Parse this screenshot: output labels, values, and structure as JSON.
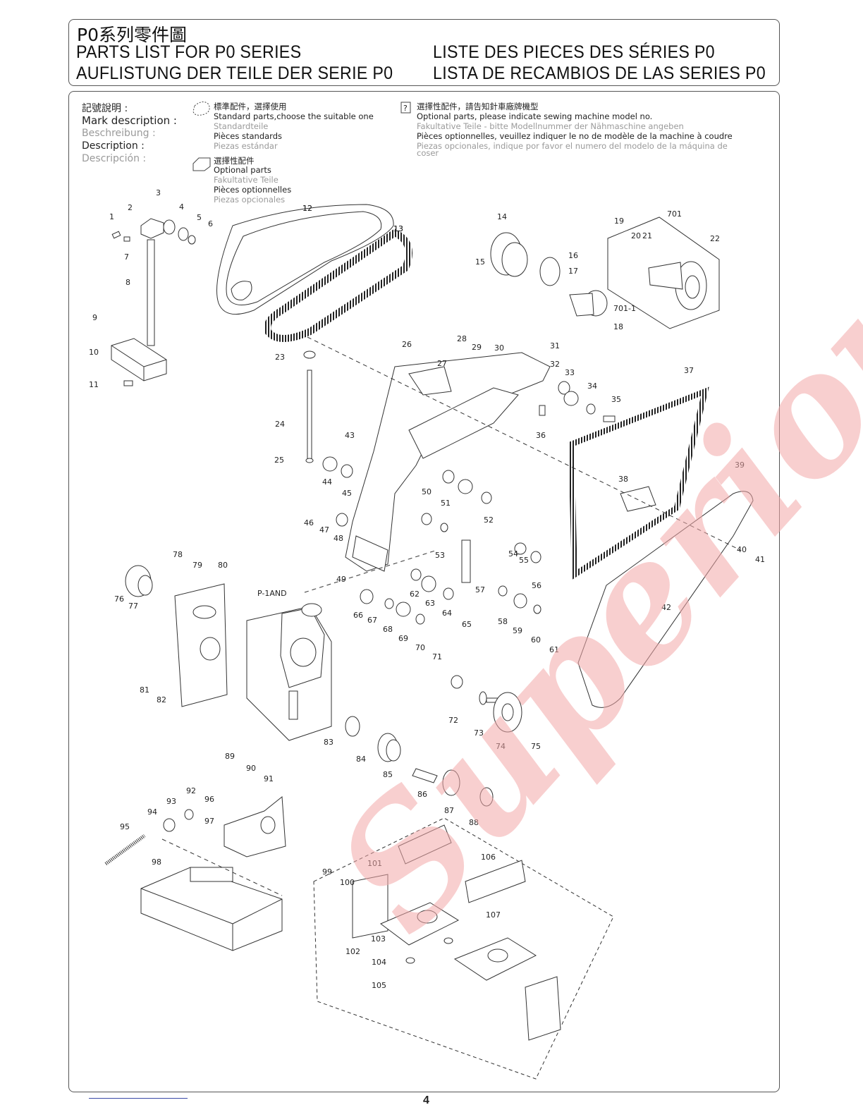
{
  "header": {
    "title_zh": "P0系列零件圖",
    "title_en": "PARTS LIST FOR P0 SERIES",
    "title_fr": "LISTE DES PIECES DES SÉRIES P0",
    "title_de": "AUFLISTUNG DER TEILE DER SERIE P0",
    "title_es": "LISTA DE RECAMBIOS DE LAS SERIES P0"
  },
  "mark_description": {
    "zh": "記號說明 :",
    "en": "Mark description :",
    "de": "Beschreibung :",
    "fr": "Description :",
    "es": "Descripción :"
  },
  "legend": {
    "standard": {
      "zh": "標準配件，選擇使用",
      "en": "Standard parts,choose the suitable one",
      "de": "Standardteile",
      "fr": "Pièces standards",
      "es": "Piezas estándar"
    },
    "optional": {
      "zh": "選擇性配件",
      "en": "Optional parts",
      "de": "Fakultative Teile",
      "fr": "Pièces optionnelles",
      "es": "Piezas opcionales"
    },
    "optional_model": {
      "symbol": "?",
      "zh": "選擇性配件，請告知針車廠牌機型",
      "en": "Optional parts, please indicate sewing machine model no.",
      "de": "Fakultative Teile - bitte Modellnummer der Nähmaschine angeben",
      "fr": "Pièces optionnelles, veuillez indiquer le no de modèle de la machine à coudre",
      "es_1": "Piezas opcionales, indique por favor el numero del modelo de la máquina de",
      "es_2": "coser"
    }
  },
  "watermark": "Superior",
  "page_number": "4",
  "parts": [
    "1",
    "2",
    "3",
    "4",
    "5",
    "6",
    "7",
    "8",
    "9",
    "10",
    "11",
    "12",
    "13",
    "14",
    "15",
    "16",
    "17",
    "18",
    "19",
    "20",
    "21",
    "22",
    "23",
    "24",
    "25",
    "26",
    "27",
    "28",
    "29",
    "30",
    "31",
    "32",
    "33",
    "34",
    "35",
    "36",
    "37",
    "38",
    "39",
    "40",
    "41",
    "42",
    "43",
    "44",
    "45",
    "46",
    "47",
    "48",
    "49",
    "50",
    "51",
    "52",
    "53",
    "54",
    "55",
    "56",
    "57",
    "58",
    "59",
    "60",
    "61",
    "62",
    "63",
    "64",
    "65",
    "66",
    "67",
    "68",
    "69",
    "70",
    "71",
    "72",
    "73",
    "74",
    "75",
    "76",
    "77",
    "78",
    "79",
    "80",
    "81",
    "82",
    "83",
    "84",
    "85",
    "86",
    "87",
    "88",
    "89",
    "90",
    "91",
    "92",
    "93",
    "94",
    "95",
    "96",
    "97",
    "98",
    "99",
    "100",
    "101",
    "102",
    "103",
    "104",
    "105",
    "106",
    "107",
    "701-1",
    "P-1AND",
    "701",
    "12",
    "13"
  ],
  "colors": {
    "watermark": "#f2a8a8",
    "line": "#333333",
    "frame": "#555555"
  }
}
